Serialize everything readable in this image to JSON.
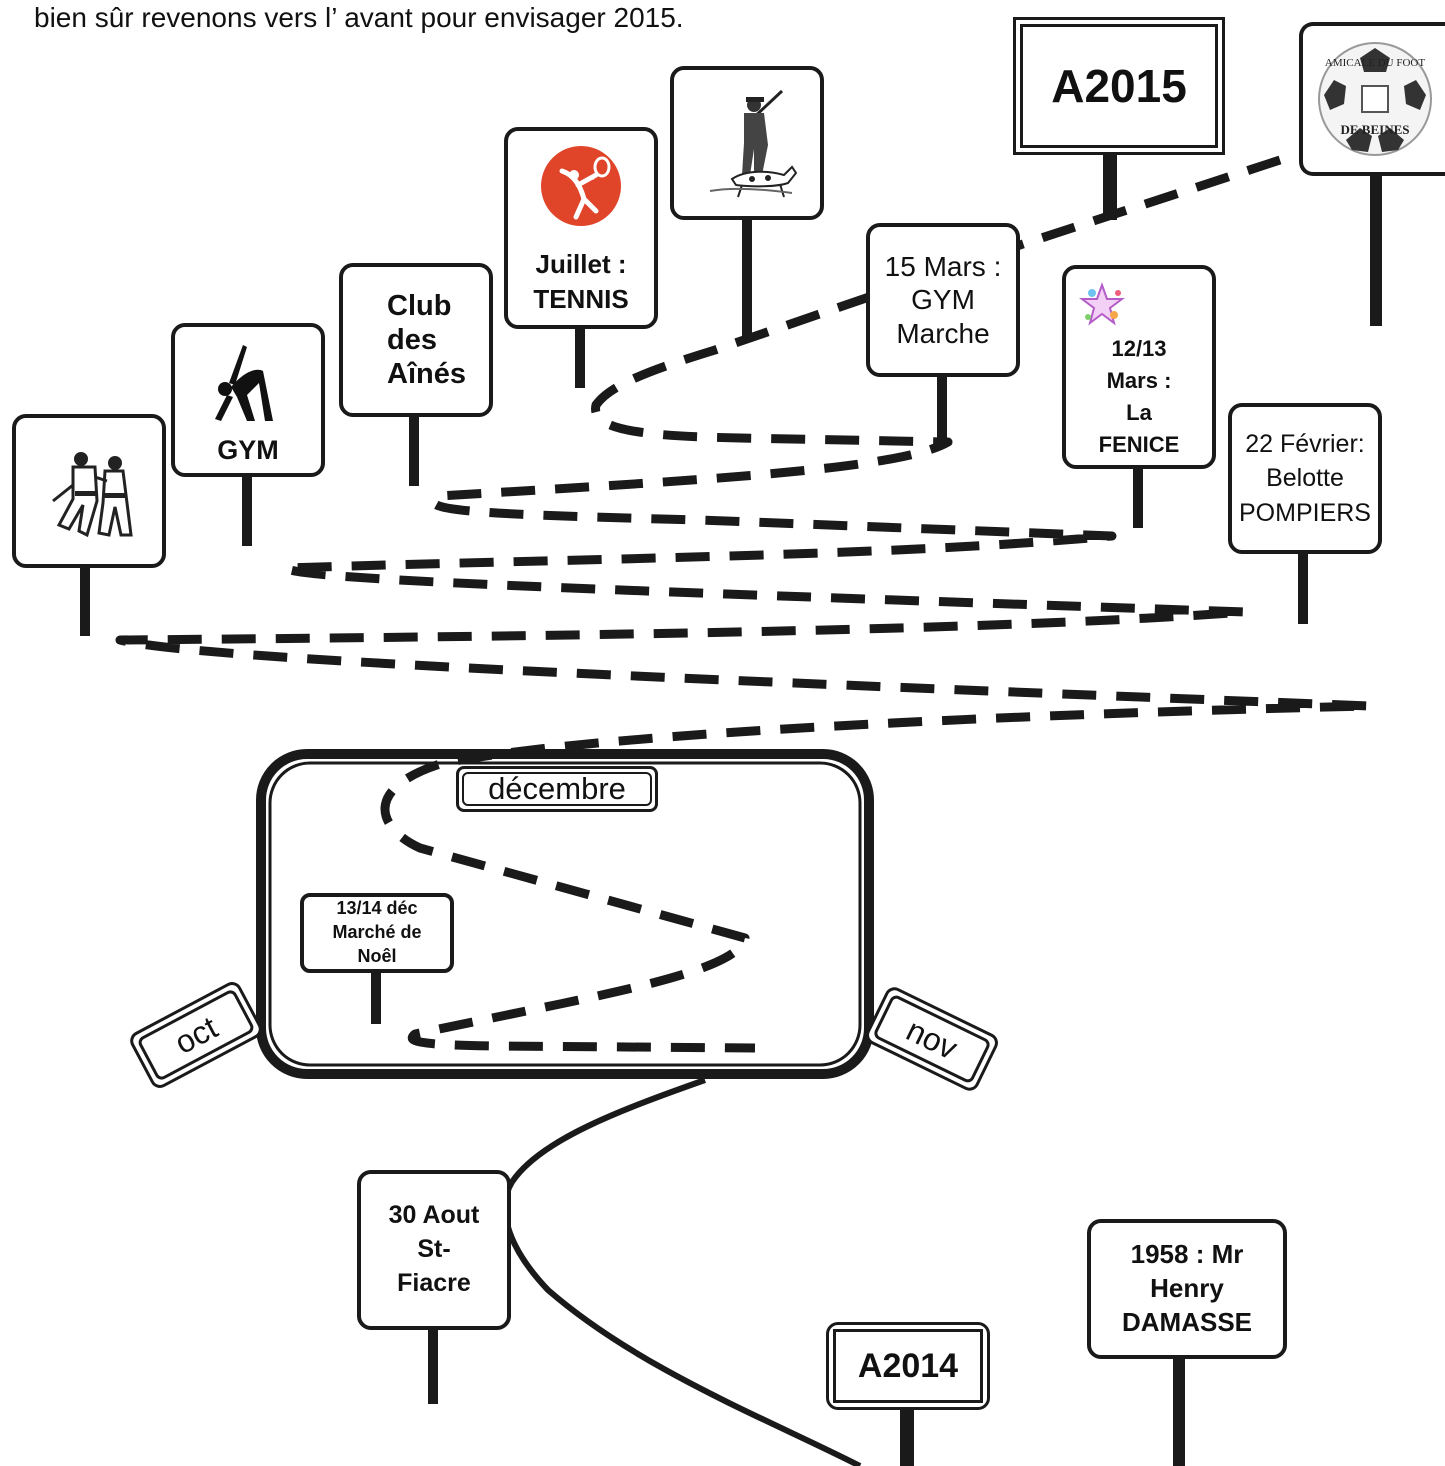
{
  "intro_text": "bien sûr revenons vers l’ avant pour envisager 2015.",
  "signs": {
    "a2015": "A2015",
    "a2014": "A2014",
    "amicale_top": "AMICALE DU FOOT",
    "amicale_bottom": "DE BEINES",
    "gym": "GYM",
    "club": [
      "Club",
      "des",
      "Aînés"
    ],
    "tennis": [
      "Juillet :",
      "TENNIS"
    ],
    "gym_marche": [
      "15 Mars :",
      "GYM",
      "Marche"
    ],
    "fenice": [
      "12/13",
      "Mars :",
      "La",
      "FENICE"
    ],
    "belotte": [
      "22 Février:",
      "Belotte",
      "POMPIERS"
    ],
    "noel": [
      "13/14 déc",
      "Marché de",
      "Noêl"
    ],
    "fiacre": [
      "30 Aout",
      "St-",
      "Fiacre"
    ],
    "damasse": [
      "1958 : Mr",
      "Henry",
      "DAMASSE"
    ]
  },
  "months": {
    "dec": "décembre",
    "oct": "oct",
    "nov": "nov"
  },
  "colors": {
    "ink": "#1a1a1a",
    "tennis_red": "#e0452a"
  }
}
